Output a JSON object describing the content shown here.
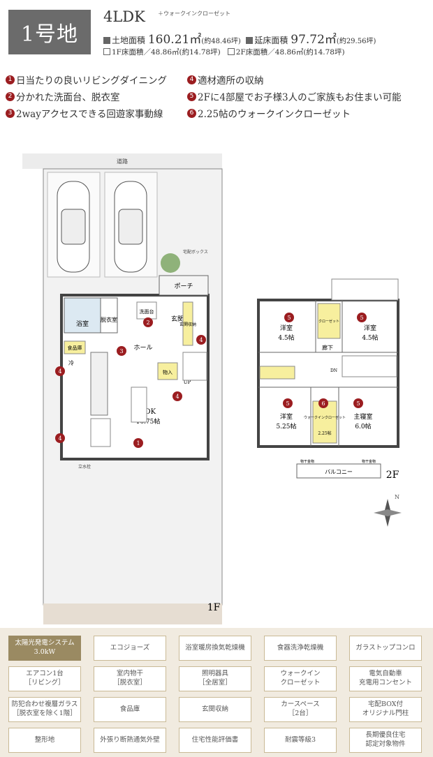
{
  "header": {
    "lot": "1号地",
    "layout": "4LDK",
    "layout_sub": "＋ウォークインクローゼット",
    "land_area_label": "土地面積",
    "land_area_value": "160.21㎡",
    "land_area_tsubo": "(約48.46坪)",
    "floor_area_label": "延床面積",
    "floor_area_value": "97.72㎡",
    "floor_area_tsubo": "(約29.56坪)",
    "f1_area": "1F床面積／48.86㎡(約14.78坪)",
    "f2_area": "2F床面積／48.86㎡(約14.78坪)"
  },
  "features": [
    {
      "num": "1",
      "text": "日当たりの良いリビングダイニング"
    },
    {
      "num": "2",
      "text": "分かれた洗面台、脱衣室"
    },
    {
      "num": "3",
      "text": "2wayアクセスできる回遊家事動線"
    },
    {
      "num": "4",
      "text": "適材適所の収納"
    },
    {
      "num": "5",
      "text": "2Fに4部屋でお子様3人のご家族もお住まい可能"
    },
    {
      "num": "6",
      "text": "2.25帖のウォークインクローゼット"
    }
  ],
  "plan1f": {
    "road": "道路",
    "porch": "ポーチ",
    "entrance": "玄関",
    "hall": "ホール",
    "bath": "浴室",
    "dressing": "脱衣室",
    "ldk": "LDK",
    "ldk_size": "16.75帖",
    "storage": "物入",
    "shoe": "玄関収納",
    "wash": "洗面台",
    "fridge": "冷",
    "pantry": "食品庫",
    "up": "UP",
    "faucet": "立水栓",
    "box": "宅配ボックス",
    "floor": "1F"
  },
  "plan2f": {
    "room_a": "洋室",
    "room_a_size": "4.5帖",
    "room_b": "洋室",
    "room_b_size": "4.5帖",
    "room_c": "洋室",
    "room_c_size": "5.25帖",
    "master": "主寝室",
    "master_size": "6.0帖",
    "wic": "ウォークインクローゼット",
    "wic_size": "2.25帖",
    "corridor": "廊下",
    "closet": "クローゼット",
    "dn": "DN",
    "balcony": "バルコニー",
    "hanger": "物干金物",
    "floor": "2F"
  },
  "compass": "N",
  "equipment": [
    {
      "label": "太陽光発電システム\n3.0kW",
      "highlight": true
    },
    {
      "label": "エコジョーズ",
      "highlight": false
    },
    {
      "label": "浴室暖房換気乾燥機",
      "highlight": false
    },
    {
      "label": "食器洗浄乾燥機",
      "highlight": false
    },
    {
      "label": "ガラストップコンロ",
      "highlight": false
    },
    {
      "label": "エアコン1台\n［リビング］",
      "highlight": false
    },
    {
      "label": "室内物干\n［脱衣室］",
      "highlight": false
    },
    {
      "label": "照明器具\n［全居室］",
      "highlight": false
    },
    {
      "label": "ウォークイン\nクローゼット",
      "highlight": false
    },
    {
      "label": "電気自動車\n充電用コンセント",
      "highlight": false
    },
    {
      "label": "防犯合わせ複層ガラス\n［脱衣室を除く1階］",
      "highlight": false
    },
    {
      "label": "食品庫",
      "highlight": false
    },
    {
      "label": "玄関収納",
      "highlight": false
    },
    {
      "label": "カースペース\n［2台］",
      "highlight": false
    },
    {
      "label": "宅配BOX付\nオリジナル門柱",
      "highlight": false
    },
    {
      "label": "整形地",
      "highlight": false
    },
    {
      "label": "外張り断熱通気外壁",
      "highlight": false
    },
    {
      "label": "住宅性能評価書",
      "highlight": false
    },
    {
      "label": "耐震等級3",
      "highlight": false
    },
    {
      "label": "長期優良住宅\n認定対象物件",
      "highlight": false
    }
  ],
  "colors": {
    "accent": "#9b1d20",
    "badge": "#6b6b6b",
    "equip_bg": "#f1ebe0",
    "solar": "#9a8a62"
  }
}
